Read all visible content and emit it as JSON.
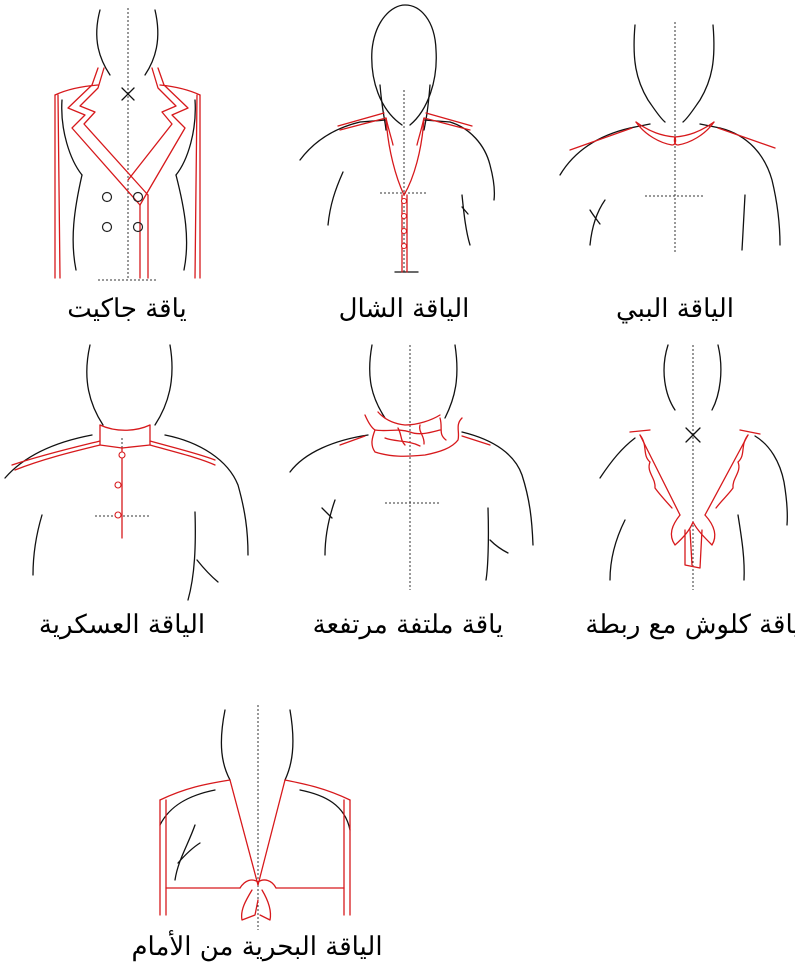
{
  "figures": [
    {
      "id": "jacket",
      "caption": "ياقة جاكيت"
    },
    {
      "id": "shawl",
      "caption": "الياقة الشال"
    },
    {
      "id": "peter-pan",
      "caption": "الياقة الببي"
    },
    {
      "id": "military",
      "caption": "الياقة العسكرية"
    },
    {
      "id": "high-draped",
      "caption": "ياقة ملتفة مرتفعة"
    },
    {
      "id": "ruffle-bow",
      "caption": "ياقة كلوش مع ربطة"
    },
    {
      "id": "sailor",
      "caption": "الياقة البحرية من الأمام"
    }
  ],
  "colors": {
    "outline": "#111111",
    "collar": "#d7191c",
    "guide": "#333333"
  }
}
